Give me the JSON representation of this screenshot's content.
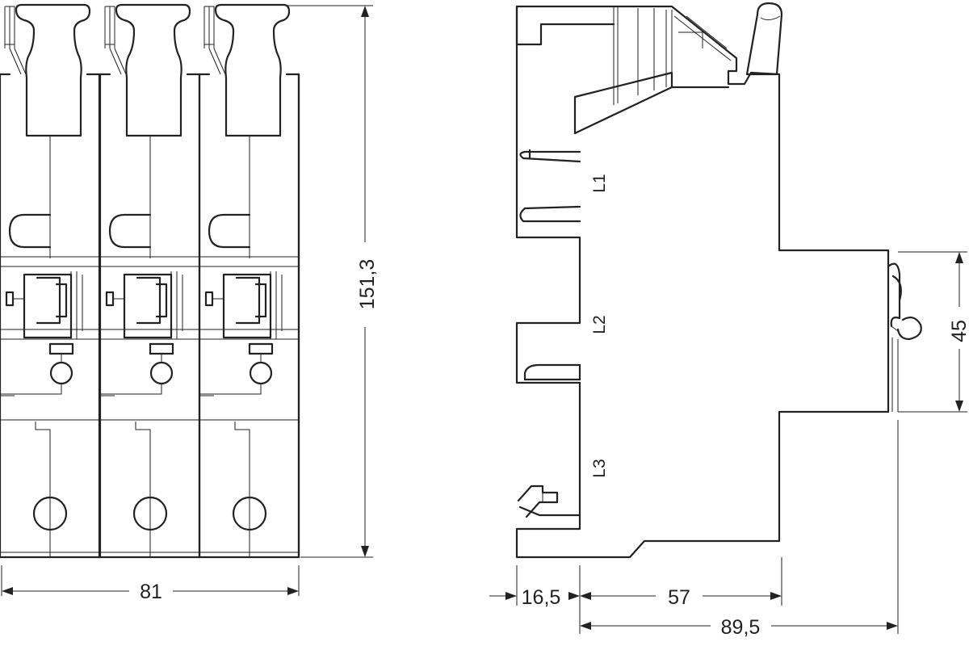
{
  "front_view": {
    "width_dim": "81",
    "height_dim": "151,3"
  },
  "side_view": {
    "terminal_labels": [
      "L1",
      "L2",
      "L3"
    ],
    "dims": {
      "offset": "16,5",
      "depth": "57",
      "total_depth": "89,5",
      "rail_height": "45"
    }
  }
}
